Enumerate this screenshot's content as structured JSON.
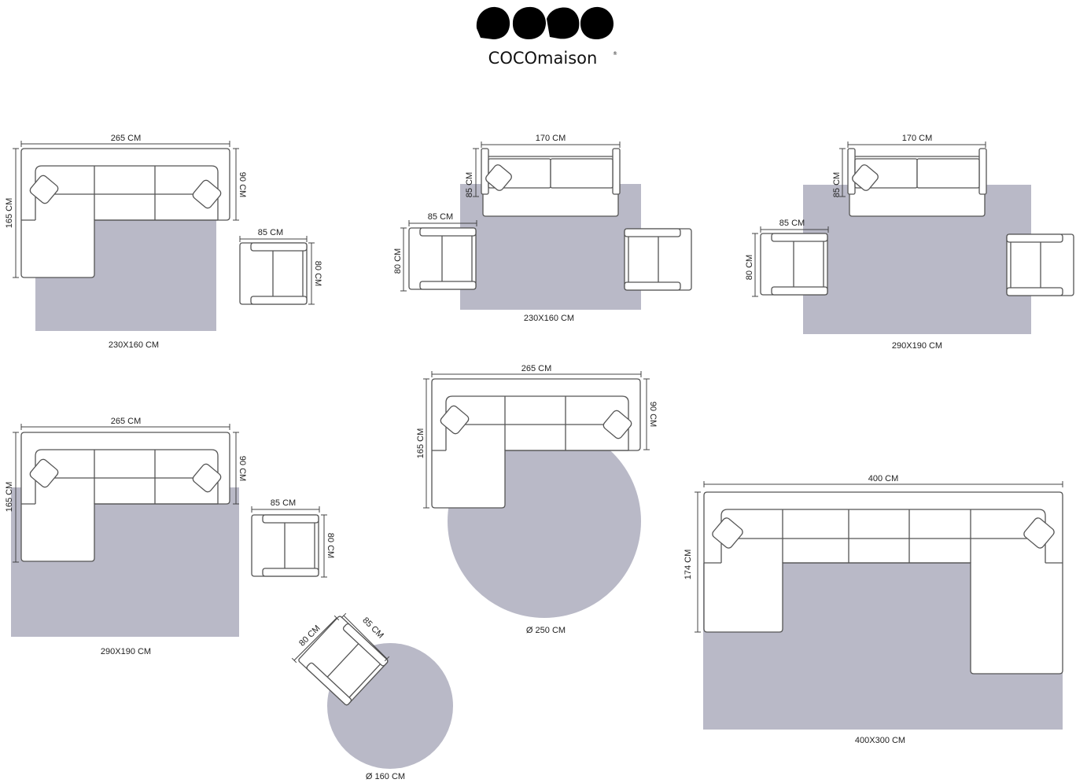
{
  "logo": {
    "brand": "COCOmaison",
    "registered": "®"
  },
  "colors": {
    "rug": "#b9b9c7",
    "line": "#555555",
    "logo": "#000000"
  },
  "layouts": [
    {
      "sofa_width": "265 CM",
      "sofa_depth": "165 CM",
      "sofa_back_depth": "90 CM",
      "chair_width": "85 CM",
      "chair_depth": "80 CM",
      "rug": "230X160 CM"
    },
    {
      "sofa_width": "170 CM",
      "sofa_depth": "85 CM",
      "chair_width": "85 CM",
      "chair_depth": "80 CM",
      "rug": "230X160 CM"
    },
    {
      "sofa_width": "170 CM",
      "sofa_depth": "85 CM",
      "chair_width": "85 CM",
      "chair_depth": "80 CM",
      "rug": "290X190 CM"
    },
    {
      "sofa_width": "265 CM",
      "sofa_depth": "165 CM",
      "sofa_back_depth": "90 CM",
      "chair_width": "85 CM",
      "chair_depth": "80 CM",
      "rug": "290X190 CM"
    },
    {
      "sofa_width": "265 CM",
      "sofa_depth": "165 CM",
      "sofa_back_depth": "90 CM",
      "rug": "Ø 250 CM"
    },
    {
      "chair_width": "85 CM",
      "chair_depth": "80 CM",
      "rug": "Ø 160 CM"
    },
    {
      "sofa_width": "400 CM",
      "sofa_depth": "174 CM",
      "rug": "400X300 CM"
    }
  ]
}
